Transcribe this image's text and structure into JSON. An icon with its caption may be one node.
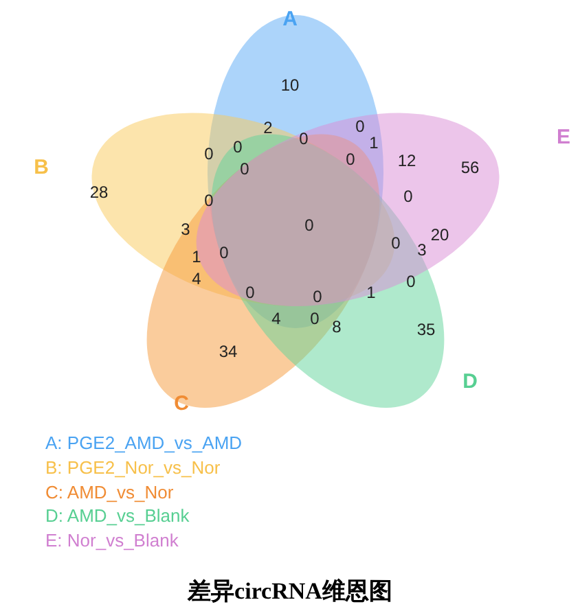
{
  "diagram": {
    "caption": "差异circRNA维恩图",
    "nodes": [
      {
        "text": [
          "A"
        ]
      },
      {
        "text": [
          "B"
        ]
      },
      {
        "text": [
          "C"
        ]
      },
      {
        "text": [
          "D"
        ]
      },
      {
        "text": [
          "E"
        ]
      }
    ],
    "edges": [],
    "labels": [
      "10",
      "2",
      "0",
      "0",
      "1",
      "0",
      "0",
      "0",
      "0",
      "12",
      "56",
      "28",
      "0",
      "0",
      "3",
      "0",
      "20",
      "0",
      "3",
      "1",
      "0",
      "4",
      "0",
      "0",
      "0",
      "1",
      "4",
      "0",
      "8",
      "35",
      "34"
    ],
    "legend": [
      {
        "text": "A: PGE2_AMD_vs_AMD",
        "color": "#4aa3f2"
      },
      {
        "text": "B: PGE2_Nor_vs_Nor",
        "color": "#f7c04a"
      },
      {
        "text": "C: AMD_vs_Nor",
        "color": "#f08c34"
      },
      {
        "text": "D: AMD_vs_Blank",
        "color": "#57cf92"
      },
      {
        "text": "E: Nor_vs_Blank",
        "color": "#d07fd0"
      }
    ]
  }
}
